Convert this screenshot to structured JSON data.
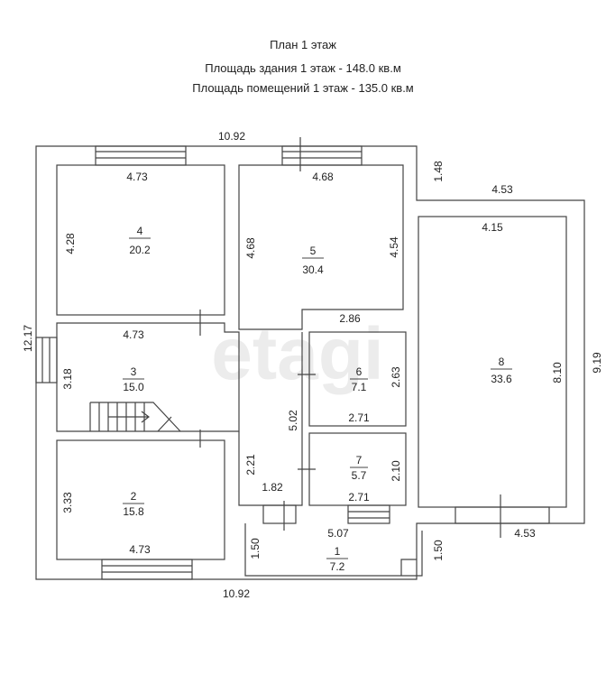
{
  "header": {
    "title": "План 1 этаж",
    "line1": "Площадь здания 1 этаж - 148.0 кв.м",
    "line2": "Площадь помещений 1 этаж - 135.0 кв.м"
  },
  "watermark": "etagi",
  "rooms": [
    {
      "id": "room-1",
      "number": "1",
      "area": "7.2"
    },
    {
      "id": "room-2",
      "number": "2",
      "area": "15.8"
    },
    {
      "id": "room-3",
      "number": "3",
      "area": "15.0"
    },
    {
      "id": "room-4",
      "number": "4",
      "area": "20.2"
    },
    {
      "id": "room-5",
      "number": "5",
      "area": "30.4"
    },
    {
      "id": "room-6",
      "number": "6",
      "area": "7.1"
    },
    {
      "id": "room-7",
      "number": "7",
      "area": "5.7"
    },
    {
      "id": "room-8",
      "number": "8",
      "area": "33.6"
    }
  ],
  "dimensions": {
    "top_total": "10.92",
    "bottom_total": "10.92",
    "left_total": "12.17",
    "right_total": "9.19",
    "notch_height": "1.48",
    "ext_width": "4.53",
    "ext_width_bottom": "4.53",
    "r4_width": "4.73",
    "r4_height": "4.28",
    "r5_width": "4.68",
    "r5_left_height": "4.68",
    "r5_right_height": "4.54",
    "r3_width": "4.73",
    "r3_height": "3.18",
    "corridor_width": "2.86",
    "r6_height": "2.63",
    "r6_width": "2.71",
    "corridor_height": "5.02",
    "r7_height": "2.10",
    "r7_width": "2.71",
    "r8_width": "4.15",
    "r8_height": "8.10",
    "hall_height": "2.21",
    "hall_width": "1.82",
    "r2_height": "3.33",
    "r2_width": "4.73",
    "porch_width": "5.07",
    "porch_left_height": "1.50",
    "porch_right_height": "1.50"
  }
}
